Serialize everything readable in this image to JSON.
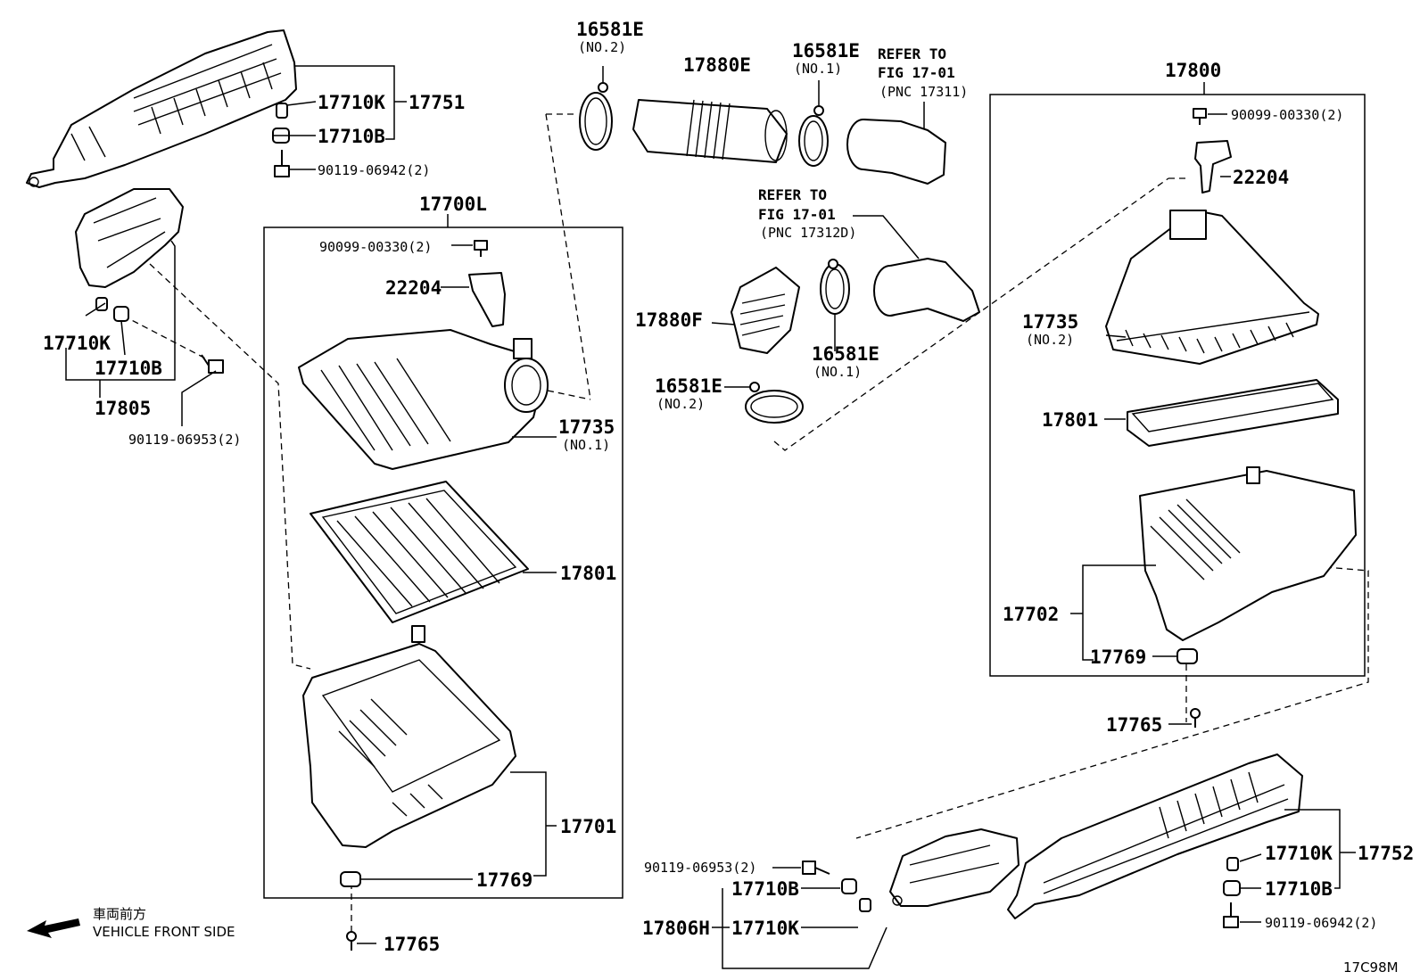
{
  "diagram": {
    "labels": {
      "p17751": "17751",
      "p17710K_a": "17710K",
      "p17710B_a": "17710B",
      "p90119_06942_a": "90119-06942(2)",
      "p17710K_b": "17710K",
      "p17710B_b": "17710B",
      "p17805": "17805",
      "p90119_06953_a": "90119-06953(2)",
      "p17700L": "17700L",
      "p90099_00330_a": "90099-00330(2)",
      "p22204_a": "22204",
      "p17735_a": "17735",
      "p17735_a_sub": "(NO.1)",
      "p17801_a": "17801",
      "p17701": "17701",
      "p17769_a": "17769",
      "p17765_a": "17765",
      "p16581E_a": "16581E",
      "p16581E_a_sub": "(NO.2)",
      "p17880E": "17880E",
      "p16581E_b": "16581E",
      "p16581E_b_sub": "(NO.1)",
      "ref1_l1": "REFER TO",
      "ref1_l2": "FIG 17-01",
      "ref1_l3": "(PNC 17311)",
      "ref2_l1": "REFER TO",
      "ref2_l2": "FIG 17-01",
      "ref2_l3": "(PNC 17312D)",
      "p17880F": "17880F",
      "p16581E_c": "16581E",
      "p16581E_c_sub": "(NO.1)",
      "p16581E_d": "16581E",
      "p16581E_d_sub": "(NO.2)",
      "p17800": "17800",
      "p90099_00330_b": "90099-00330(2)",
      "p22204_b": "22204",
      "p17735_b": "17735",
      "p17735_b_sub": "(NO.2)",
      "p17801_b": "17801",
      "p17702": "17702",
      "p17769_b": "17769",
      "p17765_b": "17765",
      "p90119_06953_b": "90119-06953(2)",
      "p17710B_c": "17710B",
      "p17806H": "17806H",
      "p17710K_c": "17710K",
      "p17710K_d": "17710K",
      "p17752": "17752",
      "p17710B_d": "17710B",
      "p90119_06942_b": "90119-06942(2)",
      "front_jp": "車両前方",
      "front_en": "VEHICLE FRONT SIDE",
      "figure_code": "17C98M"
    }
  }
}
